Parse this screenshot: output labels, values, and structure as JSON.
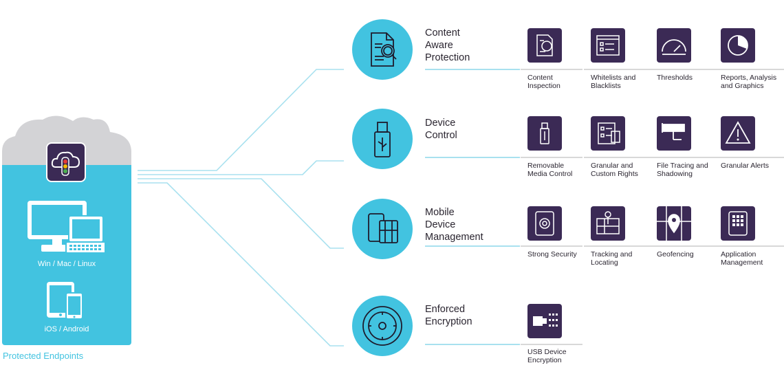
{
  "endpoints": {
    "desktop_label": "Win / Mac / Linux",
    "mobile_label": "iOS / Android",
    "footer_label": "Protected Endpoints"
  },
  "colors": {
    "accent_blue": "#42c3e0",
    "icon_purple": "#3b2a55",
    "cloud_gray": "#d3d3d6",
    "line_blue": "#a8e1ef",
    "line_gray": "#d8d8d8"
  },
  "categories": [
    {
      "title_lines": [
        "Content",
        "Aware",
        "Protection"
      ],
      "icon": "document-scan-icon",
      "features": [
        {
          "label_lines": [
            "Content",
            "Inspection"
          ],
          "icon": "document-inspection-icon"
        },
        {
          "label_lines": [
            "Whitelists and",
            "Blacklists"
          ],
          "icon": "checklist-window-icon"
        },
        {
          "label_lines": [
            "Thresholds"
          ],
          "icon": "gauge-icon"
        },
        {
          "label_lines": [
            "Reports, Analysis",
            "and Graphics"
          ],
          "icon": "pie-chart-icon"
        }
      ]
    },
    {
      "title_lines": [
        "Device",
        "Control"
      ],
      "icon": "usb-drive-icon",
      "features": [
        {
          "label_lines": [
            "Removable",
            "Media Control"
          ],
          "icon": "usb-stick-icon"
        },
        {
          "label_lines": [
            "Granular and",
            "Custom Rights"
          ],
          "icon": "rights-checklist-icon"
        },
        {
          "label_lines": [
            "File Tracing and",
            "Shadowing"
          ],
          "icon": "security-camera-icon"
        },
        {
          "label_lines": [
            "Granular Alerts"
          ],
          "icon": "warning-triangle-icon"
        }
      ]
    },
    {
      "title_lines": [
        "Mobile",
        "Device",
        "Management"
      ],
      "icon": "mobile-map-icon",
      "features": [
        {
          "label_lines": [
            "Strong Security"
          ],
          "icon": "tablet-gear-icon"
        },
        {
          "label_lines": [
            "Tracking and",
            "Locating"
          ],
          "icon": "map-pin-icon"
        },
        {
          "label_lines": [
            "Geofencing"
          ],
          "icon": "geofence-pin-icon"
        },
        {
          "label_lines": [
            "Application",
            "Management"
          ],
          "icon": "tablet-apps-icon"
        }
      ]
    },
    {
      "title_lines": [
        "Enforced",
        "Encryption"
      ],
      "icon": "vault-dial-icon",
      "features": [
        {
          "label_lines": [
            "USB Device",
            "Encryption"
          ],
          "icon": "usb-encryption-icon"
        }
      ]
    }
  ]
}
